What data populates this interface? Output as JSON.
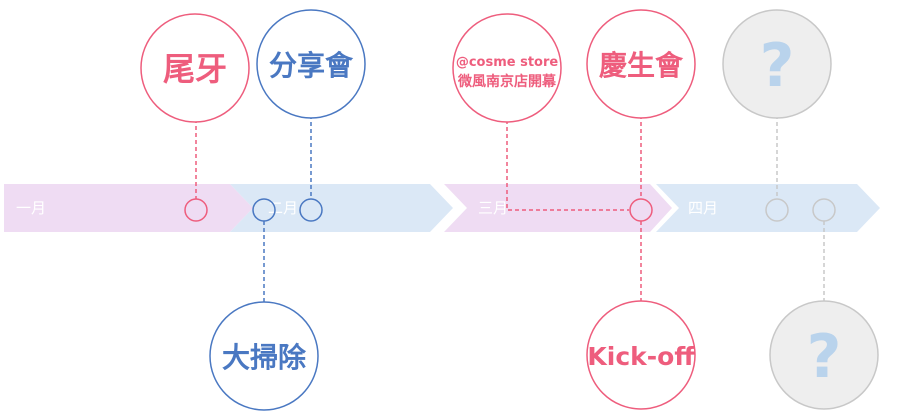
{
  "months": [
    "一月",
    "二月",
    "三月",
    "四月"
  ],
  "events": [
    {
      "label": "尾牙",
      "month": "一月",
      "side": "top"
    },
    {
      "label": "分享會",
      "month": "二月",
      "side": "top"
    },
    {
      "label": "大掃除",
      "month": "二月",
      "side": "bottom"
    },
    {
      "label_line1": "@cosme store",
      "label_line2": "微風南京店開幕",
      "month": "三月",
      "side": "top"
    },
    {
      "label": "慶生會",
      "month": "三月",
      "side": "top"
    },
    {
      "label": "Kick-off",
      "month": "三月",
      "side": "bottom"
    },
    {
      "label": "?",
      "month": "四月",
      "side": "top"
    },
    {
      "label": "?",
      "month": "四月",
      "side": "bottom"
    }
  ],
  "colors": {
    "pink": "#ee5d7d",
    "blue": "#4a78c2",
    "gray": "#c8c8c8",
    "pink_band": "#efdcf3",
    "blue_band": "#dbe8f6"
  }
}
